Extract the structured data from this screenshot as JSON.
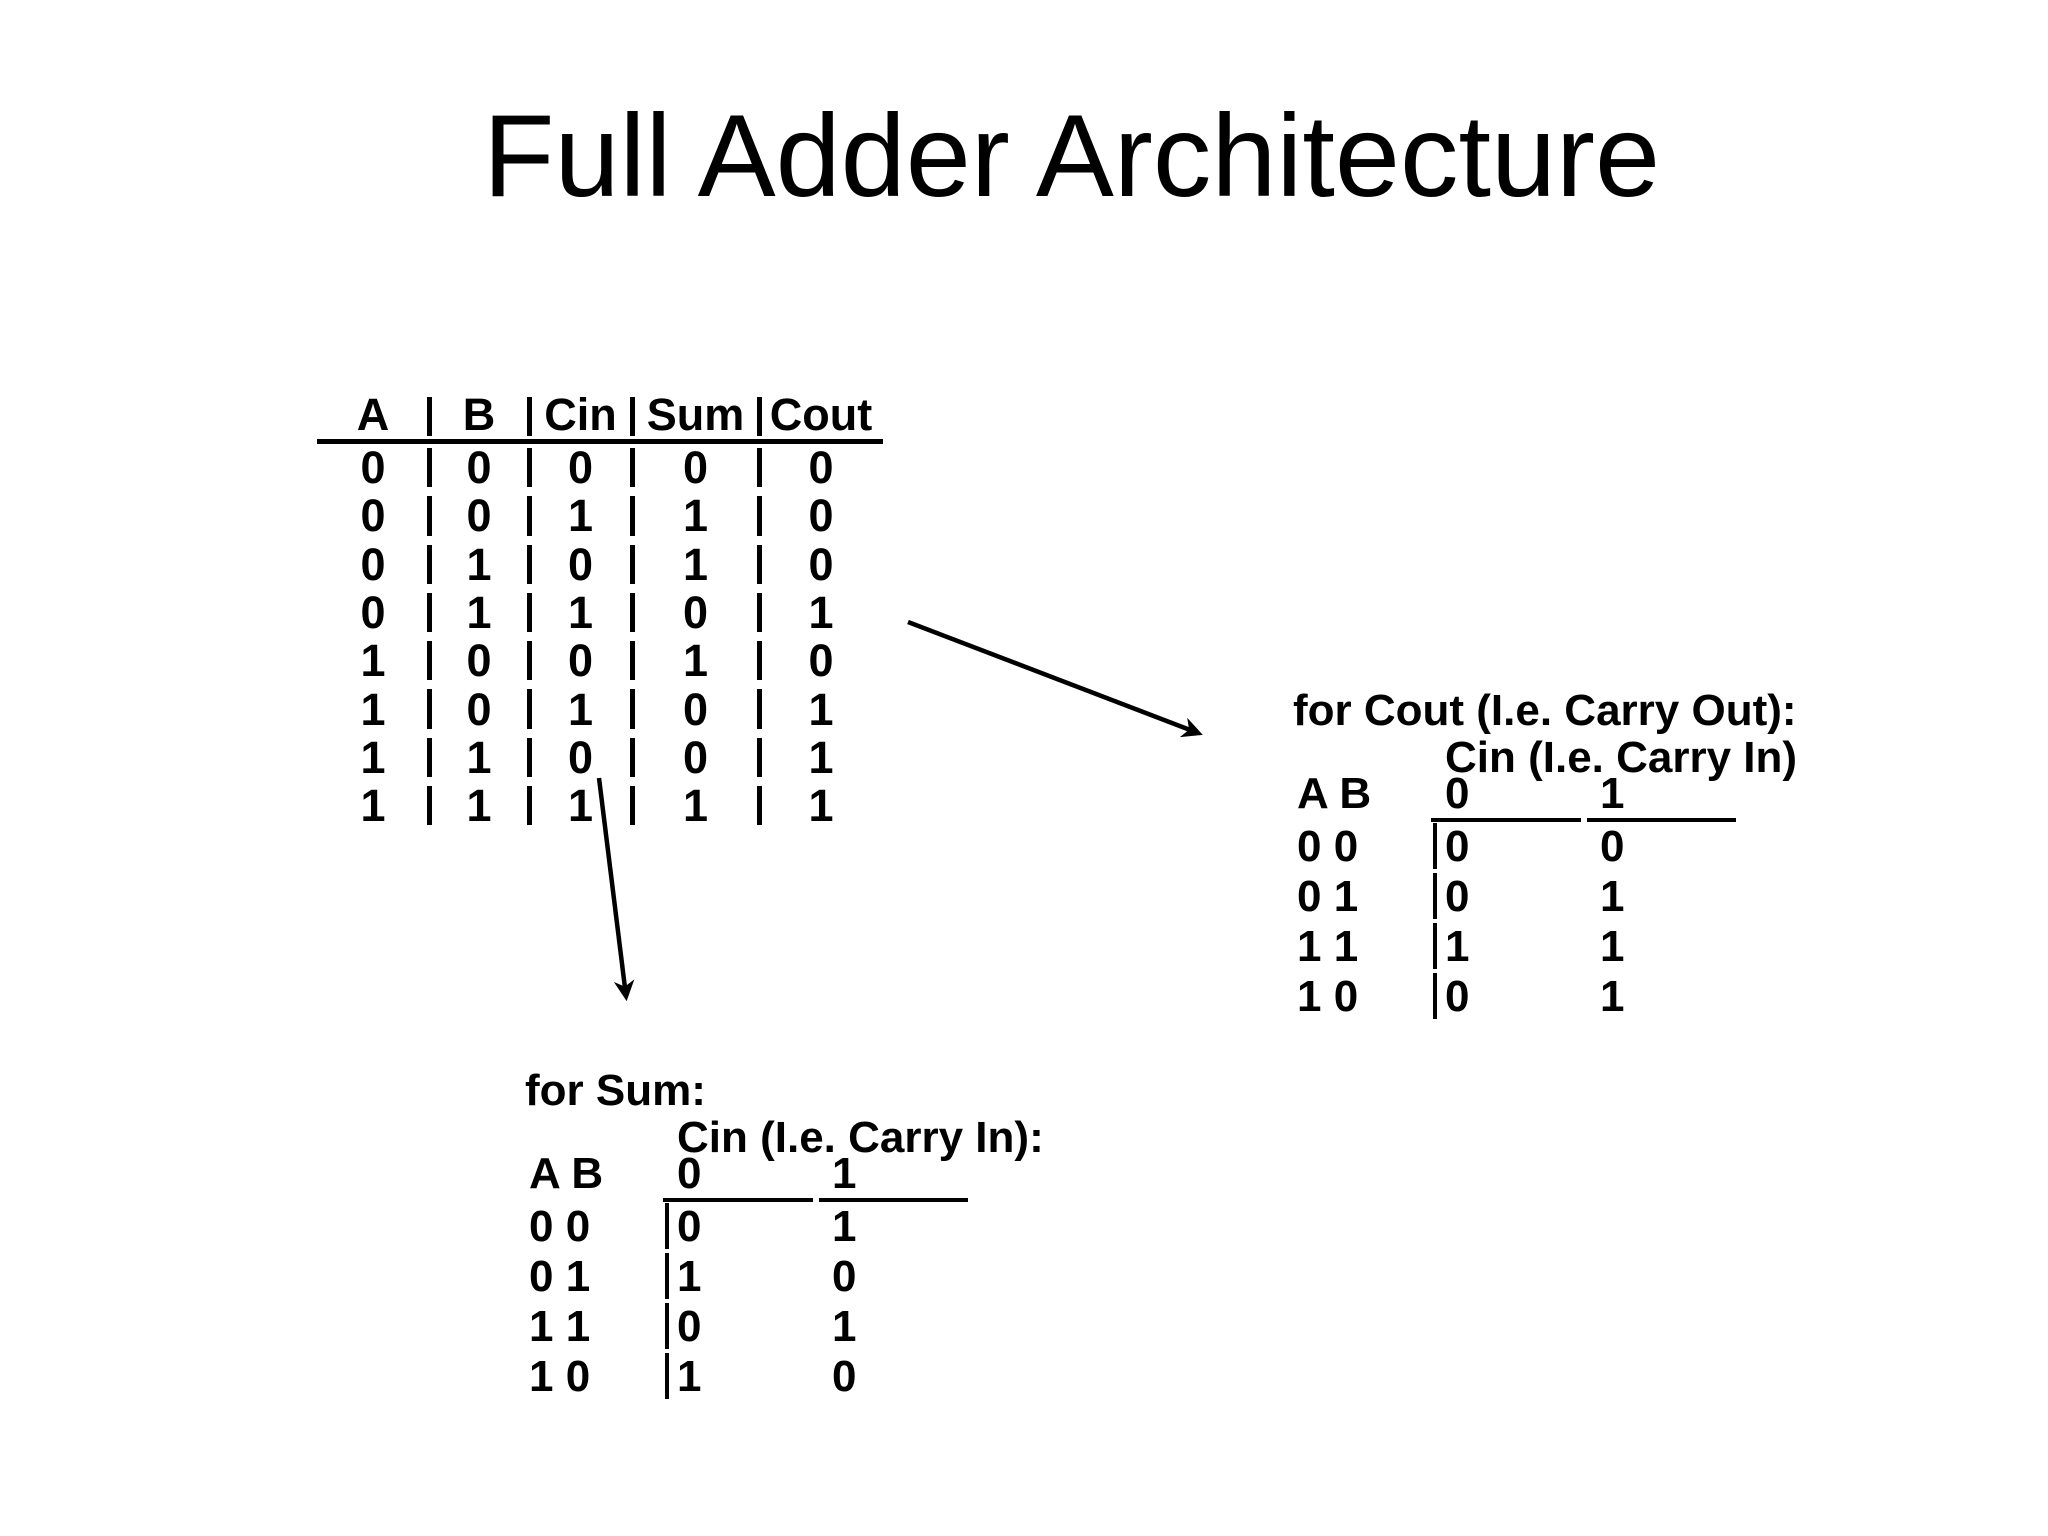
{
  "slide": {
    "title": "Full Adder Architecture"
  },
  "truth_table": {
    "headers": [
      "A",
      "B",
      "Cin",
      "Sum",
      "Cout"
    ],
    "rows": [
      [
        "0",
        "0",
        "0",
        "0",
        "0"
      ],
      [
        "0",
        "0",
        "1",
        "1",
        "0"
      ],
      [
        "0",
        "1",
        "0",
        "1",
        "0"
      ],
      [
        "0",
        "1",
        "1",
        "0",
        "1"
      ],
      [
        "1",
        "0",
        "0",
        "1",
        "0"
      ],
      [
        "1",
        "0",
        "1",
        "0",
        "1"
      ],
      [
        "1",
        "1",
        "0",
        "0",
        "1"
      ],
      [
        "1",
        "1",
        "1",
        "1",
        "1"
      ]
    ]
  },
  "cout_map": {
    "title": "for Cout (I.e. Carry Out):",
    "subtitle": "Cin (I.e. Carry In)",
    "row_header": "A B",
    "col_headers": [
      "0",
      "1"
    ],
    "rows": [
      {
        "label": "0 0",
        "values": [
          "0",
          "0"
        ]
      },
      {
        "label": "0 1",
        "values": [
          "0",
          "1"
        ]
      },
      {
        "label": "1 1",
        "values": [
          "1",
          "1"
        ]
      },
      {
        "label": "1 0",
        "values": [
          "0",
          "1"
        ]
      }
    ]
  },
  "sum_map": {
    "title": "for Sum:",
    "subtitle": "Cin (I.e. Carry In):",
    "row_header": "A B",
    "col_headers": [
      "0",
      "1"
    ],
    "rows": [
      {
        "label": "0 0",
        "values": [
          "0",
          "1"
        ]
      },
      {
        "label": "0 1",
        "values": [
          "1",
          "0"
        ]
      },
      {
        "label": "1 1",
        "values": [
          "0",
          "1"
        ]
      },
      {
        "label": "1 0",
        "values": [
          "1",
          "0"
        ]
      }
    ]
  },
  "colors": {
    "text": "#000000",
    "background": "#ffffff"
  }
}
